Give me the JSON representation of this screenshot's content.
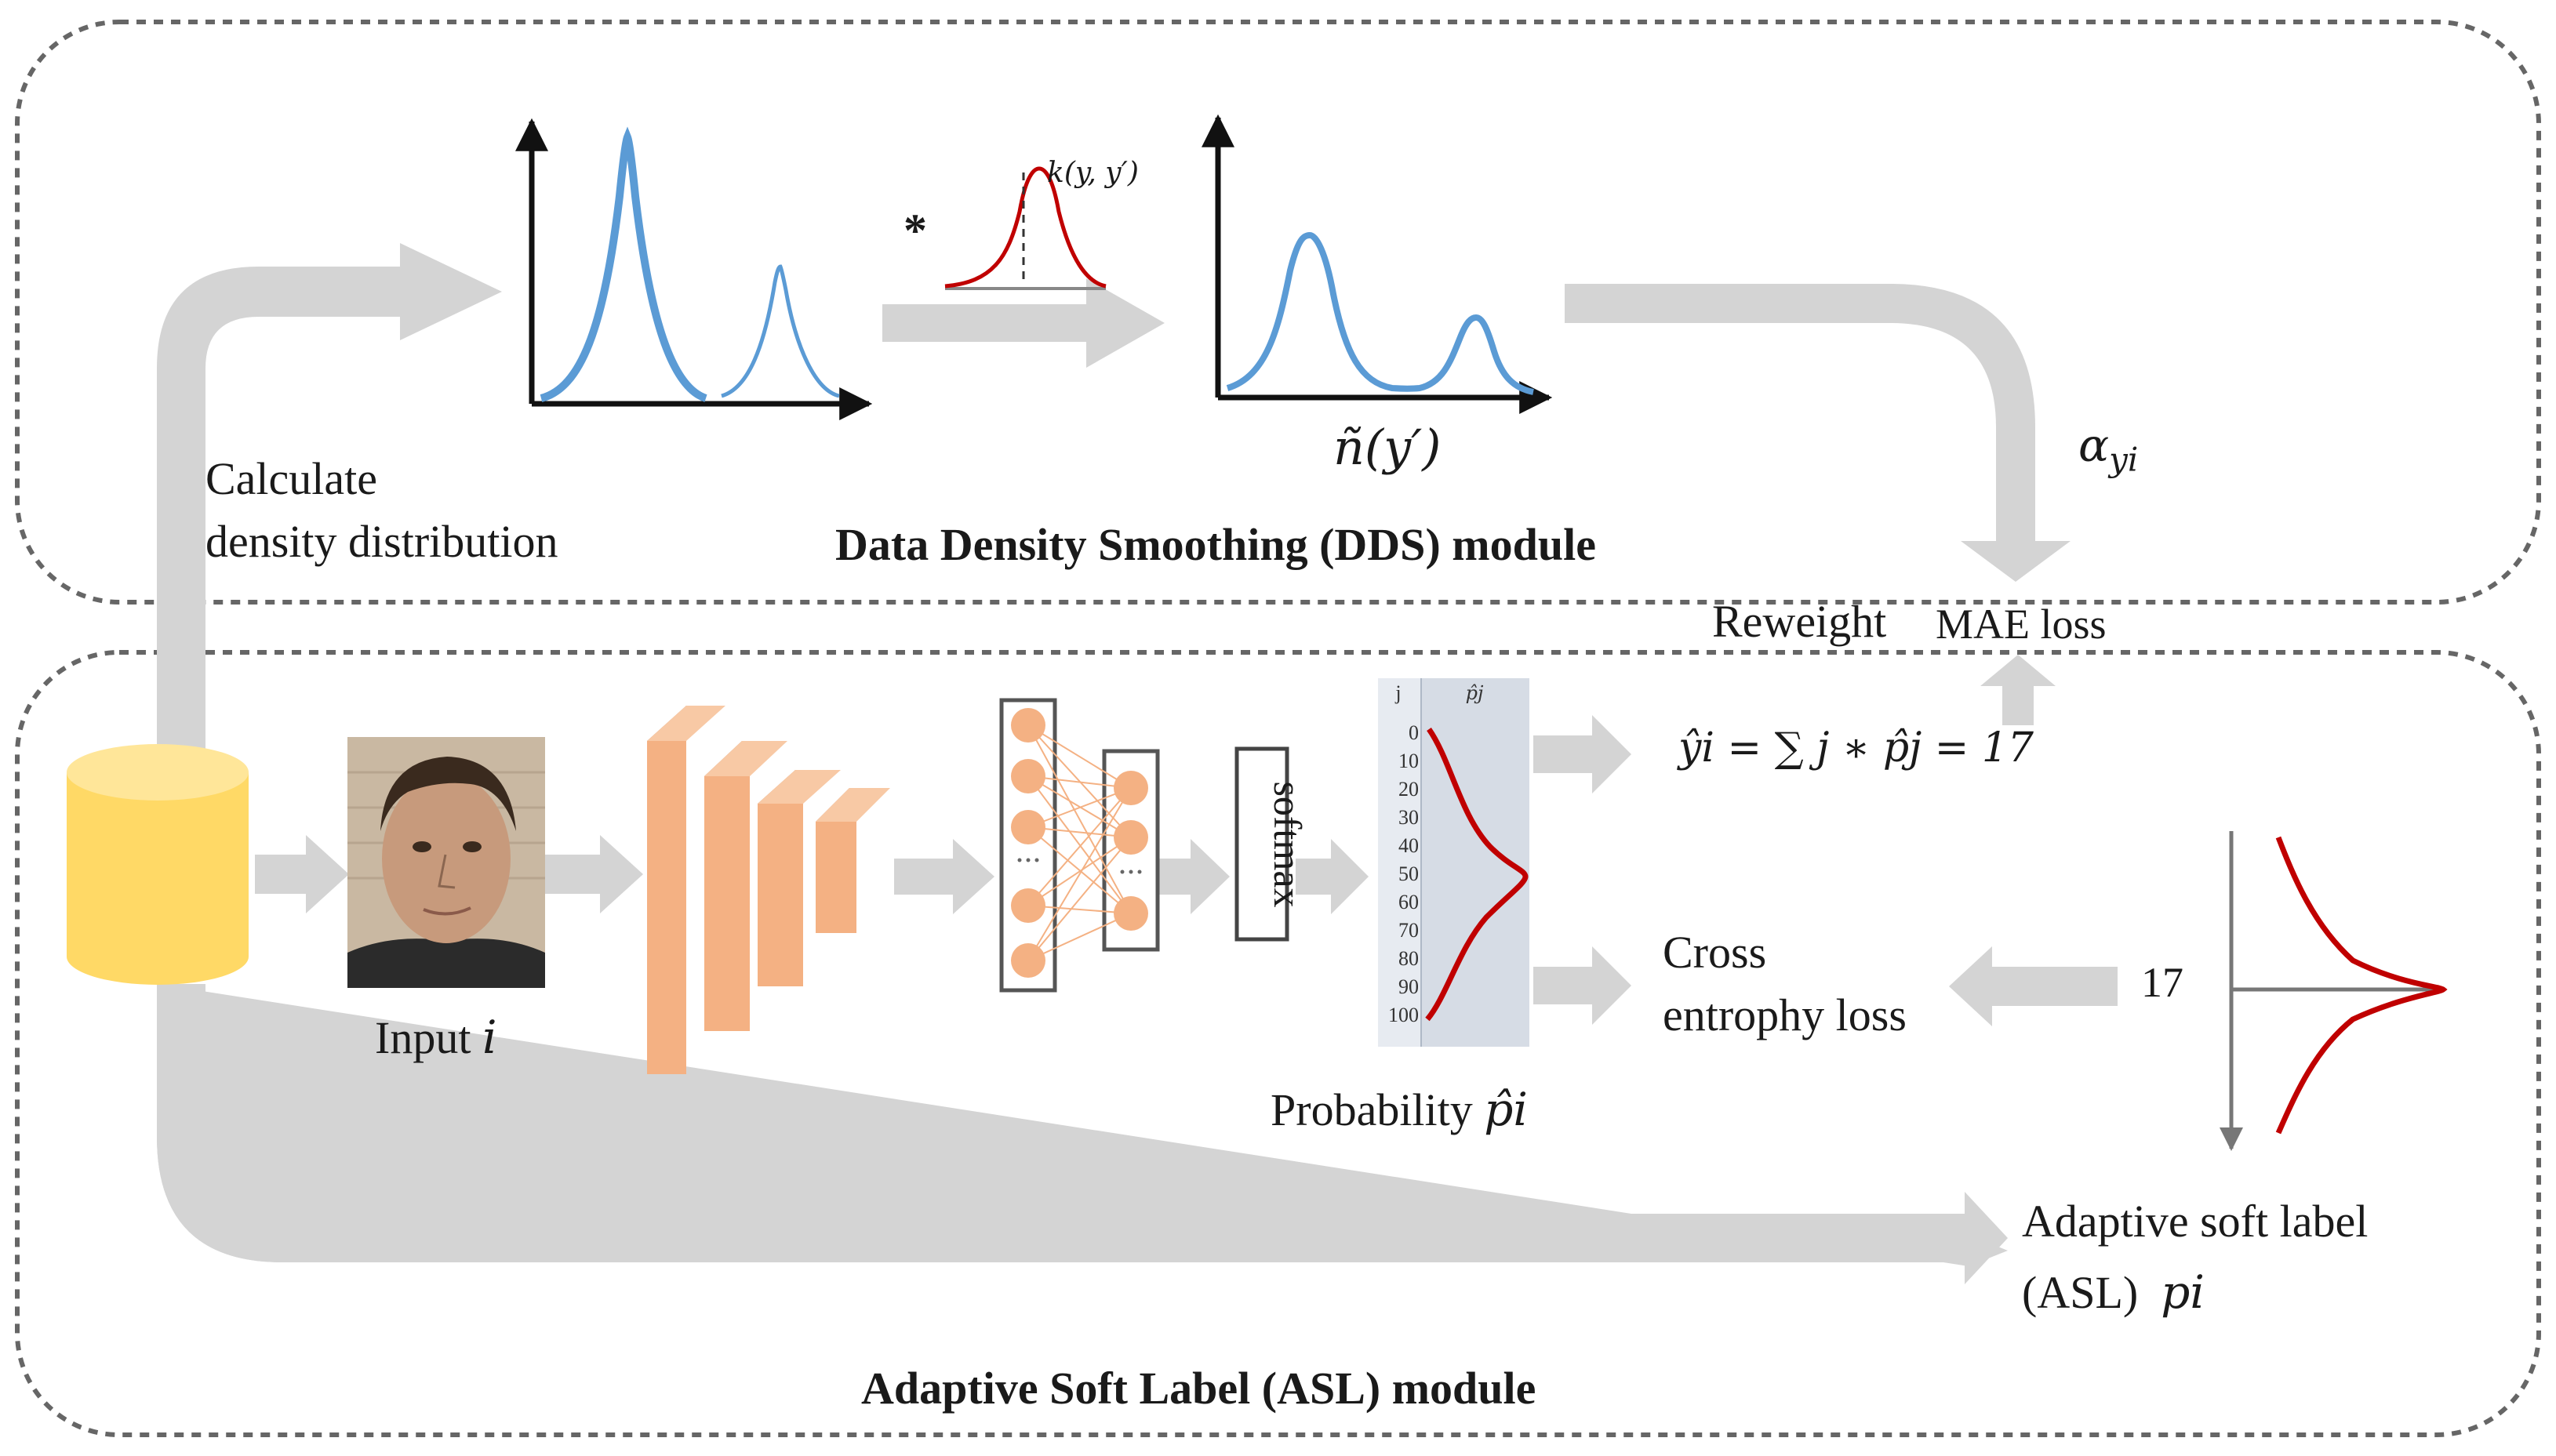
{
  "modules": {
    "dds_title": "Data Density Smoothing (DDS) module",
    "asl_title": "Adaptive Soft Label (ASL) module"
  },
  "labels": {
    "calc_line1": "Calculate",
    "calc_line2": "density distribution",
    "kernel": "k(y, y′)",
    "convolve": "*",
    "smoothed": "ñ(y′)",
    "alpha": "α",
    "alpha_sub": "yi",
    "reweight": "Reweight",
    "mae": "MAE loss",
    "input": "Input",
    "input_var": "i",
    "softmax": "softmax",
    "prob_col_j": "j",
    "prob_col_p": "p̂j",
    "probability": "Probability",
    "probability_var": "p̂i",
    "yhat_formula": "ŷi = ∑ j ∗ p̂j = 17",
    "cross_line1": "Cross",
    "cross_line2": "entrophy loss",
    "target_value": "17",
    "asl_line1": "Adaptive soft label",
    "asl_line2": "(ASL)",
    "asl_var": "pi"
  },
  "prob_ticks": [
    "0",
    "10",
    "20",
    "30",
    "40",
    "50",
    "60",
    "70",
    "80",
    "90",
    "100"
  ],
  "colors": {
    "arrow_gray": "#d4d4d4",
    "curve_blue": "#5b9bd5",
    "curve_red": "#c00000",
    "cnn_orange": "#f4b183",
    "cnn_orange_dark": "#c9875a",
    "cylinder_yellow": "#ffd966",
    "prob_panel": "#d6dce5"
  }
}
